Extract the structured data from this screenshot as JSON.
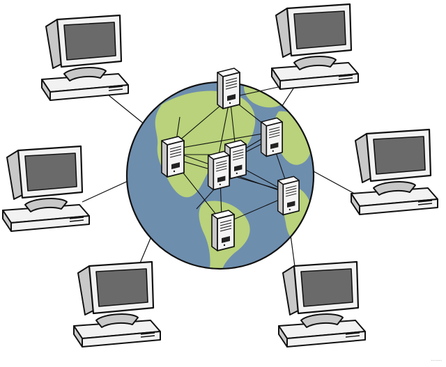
{
  "diagram": {
    "colors": {
      "ocean": "#6e8eae",
      "land": "#b9d27b",
      "outline": "#111111",
      "monitor_body": "#f2f2f2",
      "monitor_shade": "#c8c8c8",
      "screen": "#6a6a6a",
      "server_body": "#f4f4f4",
      "server_shade": "#c9c9c9",
      "link": "#111111"
    },
    "clients": [
      {
        "name": "client-top-left"
      },
      {
        "name": "client-top-right"
      },
      {
        "name": "client-mid-left"
      },
      {
        "name": "client-mid-right"
      },
      {
        "name": "client-bottom-left"
      },
      {
        "name": "client-bottom-right"
      }
    ],
    "servers": [
      {
        "name": "server-top"
      },
      {
        "name": "server-upper-right"
      },
      {
        "name": "server-left"
      },
      {
        "name": "server-center-upper"
      },
      {
        "name": "server-center-lower"
      },
      {
        "name": "server-right"
      },
      {
        "name": "server-bottom"
      }
    ],
    "watermark": "·······"
  }
}
